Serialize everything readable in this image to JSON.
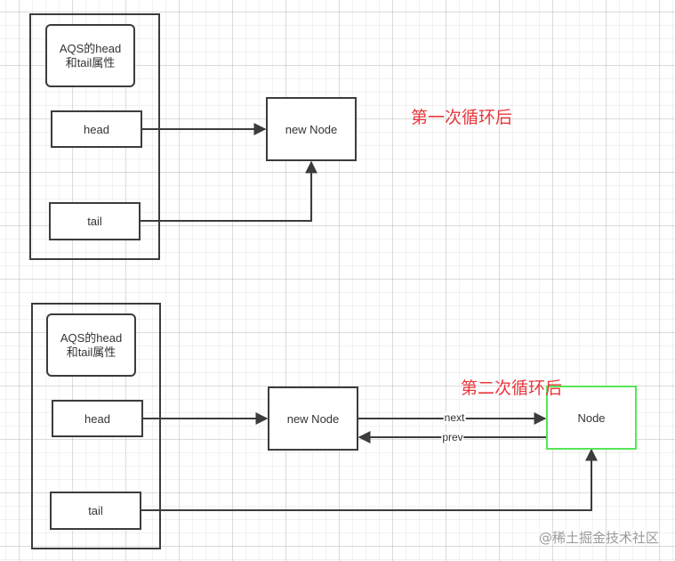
{
  "diagram": {
    "first_loop": {
      "title": "第一次循环后",
      "container_label": "AQS的head\n和tail属性",
      "container_label_line1": "AQS的head",
      "container_label_line2": "和tail属性",
      "head_label": "head",
      "tail_label": "tail",
      "new_node_label": "new Node"
    },
    "second_loop": {
      "title": "第二次循环后",
      "container_label_line1": "AQS的head",
      "container_label_line2": "和tail属性",
      "head_label": "head",
      "tail_label": "tail",
      "new_node_label": "new Node",
      "node_label": "Node",
      "next_label": "next",
      "prev_label": "prev"
    },
    "edges": [
      {
        "from": "head",
        "to": "new Node",
        "section": "first"
      },
      {
        "from": "tail",
        "to": "new Node",
        "section": "first"
      },
      {
        "from": "head",
        "to": "new Node",
        "section": "second"
      },
      {
        "from": "new Node",
        "to": "Node",
        "label": "next",
        "section": "second"
      },
      {
        "from": "Node",
        "to": "new Node",
        "label": "prev",
        "section": "second"
      },
      {
        "from": "tail",
        "to": "Node",
        "section": "second"
      }
    ],
    "colors": {
      "title_red": "#e8383d",
      "highlight_green": "#57e557",
      "stroke": "#3c3c3c"
    }
  },
  "watermark": "@稀土掘金技术社区"
}
